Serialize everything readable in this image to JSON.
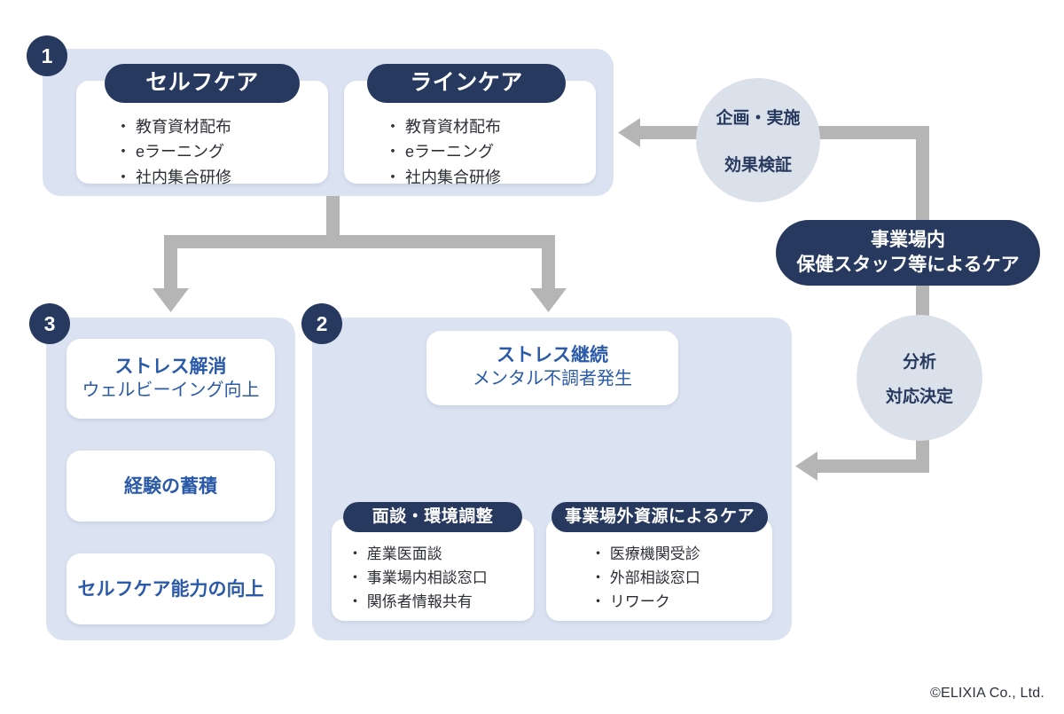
{
  "diagram": {
    "title_visible": false,
    "colors": {
      "navy": "#27395f",
      "panel_blue": "#dbe3f2",
      "circle_grey": "#dbe1ea",
      "arrow_grey": "#b5b5b5",
      "blue_text": "#2b5aa8",
      "card_white": "#ffffff"
    },
    "badges": {
      "one": "1",
      "two": "2",
      "three": "3"
    },
    "section1": {
      "cards": [
        {
          "header": "セルフケア",
          "bullets": [
            "・ 教育資材配布",
            "・ eラーニング",
            "・ 社内集合研修"
          ]
        },
        {
          "header": "ラインケア",
          "bullets": [
            "・ 教育資材配布",
            "・ eラーニング",
            "・ 社内集合研修"
          ]
        }
      ]
    },
    "section3": {
      "cards": [
        {
          "line1": "ストレス解消",
          "line2": "ウェルビーイング向上"
        },
        {
          "line1": "経験の蓄積",
          "line2": ""
        },
        {
          "line1": "セルフケア能力の向上",
          "line2": ""
        }
      ]
    },
    "section2": {
      "top_card": {
        "line1": "ストレス継続",
        "line2": "メンタル不調者発生"
      },
      "cards": [
        {
          "header": "面談・環境調整",
          "bullets": [
            "・ 産業医面談",
            "・ 事業場内相談窓口",
            "・ 関係者情報共有"
          ]
        },
        {
          "header": "事業場外資源によるケア",
          "bullets": [
            "・ 医療機関受診",
            "・ 外部相談窓口",
            "・ リワーク"
          ]
        }
      ]
    },
    "right_side": {
      "circle_top": {
        "line1": "企画・実施",
        "line2": "効果検証"
      },
      "dark_pill": {
        "line1": "事業場内",
        "line2": "保健スタッフ等によるケア"
      },
      "circle_bottom": {
        "line1": "分析",
        "line2": "対応決定"
      }
    },
    "footer": {
      "copyright": "©ELIXIA Co., Ltd."
    }
  }
}
